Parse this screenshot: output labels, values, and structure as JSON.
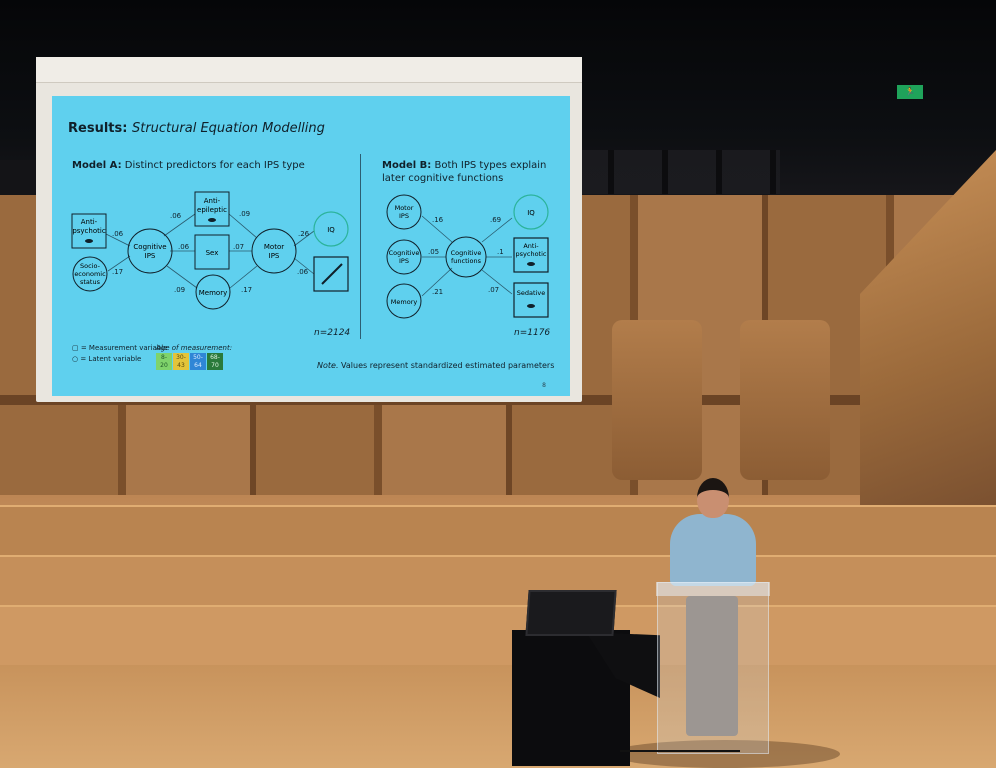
{
  "room": {
    "exit_sign": "🏃",
    "colors": {
      "wood": "#b98250",
      "slide_bg": "#5fd0ee",
      "exit_green": "#1fa35a"
    }
  },
  "slide": {
    "title_bold": "Results:",
    "title_italic": "Structural Equation Modelling",
    "model_a": {
      "label": "Model A:",
      "desc": "Distinct predictors for each IPS type",
      "n": "n=2124",
      "nodes": {
        "antipsychotic": [
          "Anti-",
          "psychotic"
        ],
        "antiepileptic": [
          "Anti-",
          "epileptic"
        ],
        "ses": [
          "Socio-",
          "economic",
          "status"
        ],
        "cognitive_ips": [
          "Cognitive",
          "IPS"
        ],
        "sex": "Sex",
        "motor_ips": [
          "Motor",
          "IPS"
        ],
        "memory": "Memory",
        "iq": "IQ"
      },
      "coefs": {
        "ap_cog": ".06",
        "ses_cog": ".17",
        "ae_cog": ".06",
        "ae_mot": ".09",
        "sex_cog": ".06",
        "sex_mot": ".07",
        "mem_cog": ".09",
        "mem_mot": ".17",
        "mot_iq": ".26",
        "mot_write": ".06"
      }
    },
    "model_b": {
      "label": "Model B:",
      "desc_line1": "Both IPS types explain",
      "desc_line2": "later cognitive functions",
      "n": "n=1176",
      "nodes": {
        "motor_ips": [
          "Motor",
          "IPS"
        ],
        "cognitive_ips": [
          "Cognitive",
          "IPS"
        ],
        "memory": "Memory",
        "cognitive_functions": [
          "Cognitive",
          "functions"
        ],
        "iq": "IQ",
        "antipsychotic": [
          "Anti-",
          "psychotic"
        ],
        "sedative": "Sedative"
      },
      "coefs": {
        "mot_cf": ".16",
        "cog_cf": ".05",
        "mem_cf": ".21",
        "cf_iq": ".69",
        "cf_ap": ".1",
        "cf_sed": ".07"
      }
    },
    "legend": {
      "measurement": "= Measurement variable",
      "latent": "= Latent variable",
      "age_label": "Age of measurement:",
      "ages": [
        {
          "a": "8-",
          "b": "20",
          "color": "#7fd36b"
        },
        {
          "a": "30-",
          "b": "43",
          "color": "#e3c43a"
        },
        {
          "a": "50-",
          "b": "64",
          "color": "#2f86d6"
        },
        {
          "a": "68-",
          "b": "70",
          "color": "#2a7a3b"
        }
      ]
    },
    "note_italic": "Note.",
    "note_text": "Values represent standardized estimated parameters",
    "page_number": "8"
  }
}
